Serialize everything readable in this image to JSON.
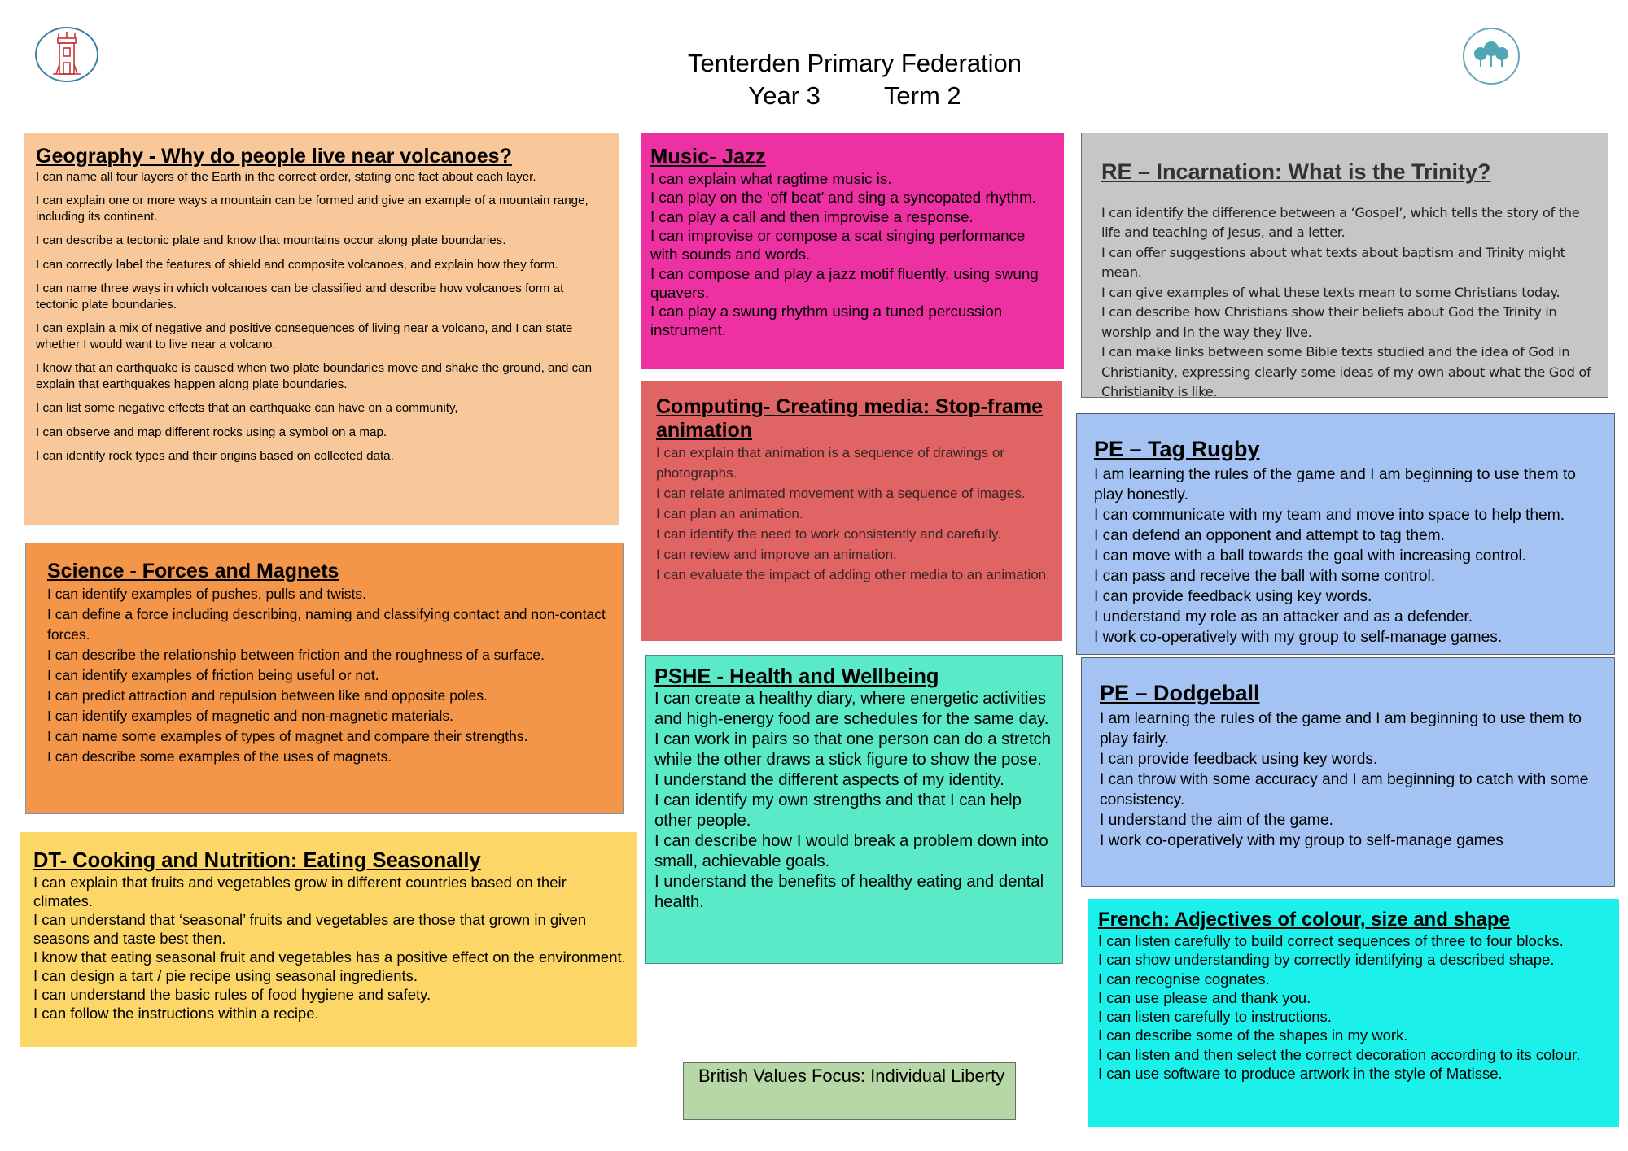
{
  "header": {
    "title": "Tenterden Primary Federation",
    "year": "Year 3",
    "term": "Term 2"
  },
  "logos": {
    "left_icon": "church-tower-icon",
    "right_icon": "trees-icon",
    "left_color": "#c9343a",
    "right_color": "#4fa6b5"
  },
  "colors": {
    "geography": "#f8c89a",
    "science": "#f4964a",
    "dt": "#fcd767",
    "music": "#ee31a2",
    "computing": "#e06464",
    "pshe": "#5beac8",
    "british_values": "#b8d7a7",
    "re": "#c6c6c6",
    "pe": "#a5c3f2",
    "french": "#1cf0ea"
  },
  "geography": {
    "title": "Geography - Why do people live near volcanoes?",
    "items": [
      "I can name all four layers of the Earth in the correct order, stating one fact about each layer.",
      "I can explain one or more ways a mountain can be formed and give an example of a mountain range, including its continent.",
      "I can describe a tectonic plate and know that mountains occur along plate boundaries.",
      "I can correctly label the features of shield and composite volcanoes, and explain how they form.",
      "I can name three ways in which volcanoes can be classified and describe how volcanoes form at tectonic plate boundaries.",
      "I can explain a mix of negative and positive consequences of living near a volcano, and I can state whether I would want to live near a volcano.",
      "I know that an earthquake is caused when two plate boundaries move and shake the ground, and can explain that earthquakes happen along plate boundaries.",
      "I can list some negative effects that an earthquake can have on a community,",
      "I can observe and map different rocks using a symbol on a map.",
      "I can identify rock types and their origins based on collected data."
    ]
  },
  "science": {
    "title": "Science - Forces and Magnets",
    "items": [
      "I can identify examples of pushes, pulls and twists.",
      "I can define a force including describing, naming and classifying contact and non-contact forces.",
      "I can describe the relationship between friction and the roughness of a surface.",
      "I can identify examples of friction being useful or not.",
      "I can predict attraction and repulsion between like and opposite poles.",
      "I can identify examples of magnetic and non-magnetic materials.",
      "I can name some examples of types of magnet and compare their strengths.",
      "I can describe some examples of the uses of magnets."
    ]
  },
  "dt": {
    "title": "DT- Cooking and Nutrition: Eating Seasonally",
    "items": [
      "I can explain that fruits and vegetables grow in different countries based on their climates.",
      "I can understand that ‘seasonal’ fruits and vegetables are those that grown in given seasons and taste best then.",
      "I know that eating seasonal fruit and vegetables has a positive effect on the environment.",
      "I can design a tart / pie recipe using seasonal ingredients.",
      "I can understand the basic rules of food hygiene and safety.",
      "I can follow the instructions within a recipe."
    ]
  },
  "music": {
    "title": "Music- Jazz",
    "items": [
      "I can explain what ragtime music is.",
      "I can play on the ‘off beat’ and sing a syncopated rhythm.",
      "I can play a call and then improvise a response.",
      "I can improvise or compose a scat singing performance with sounds and words.",
      "I can compose and play a jazz motif fluently, using swung quavers.",
      "I can play a swung rhythm using a tuned percussion instrument."
    ]
  },
  "computing": {
    "title": "Computing- Creating media: Stop-frame animation",
    "items": [
      "I can explain that animation is a sequence of drawings or photographs.",
      "I can relate animated movement with a sequence of images.",
      "I can plan an animation.",
      "I can identify the need to work consistently and carefully.",
      "I can review and improve an animation.",
      "I can evaluate the impact of adding other media to an animation."
    ]
  },
  "pshe": {
    "title": "PSHE - Health and Wellbeing",
    "items": [
      "I can create a healthy diary, where energetic activities and high-energy food are schedules for the same day.",
      "I can work in pairs so that one person can do a stretch while the other draws a stick figure to show the pose.",
      "I understand the different aspects of my identity.",
      "I can identify my own strengths and that I can help other people.",
      "I can describe how I would break a problem down into small, achievable goals.",
      "I understand the benefits of healthy eating and dental health."
    ]
  },
  "british_values": {
    "text": "British Values Focus: Individual Liberty"
  },
  "re": {
    "title": "RE – Incarnation: What is the Trinity?",
    "items": [
      "I can identify the difference between a ‘Gospel’, which tells the story of the life and teaching of Jesus, and a letter.",
      "I can offer suggestions about what texts about baptism and Trinity might mean.",
      "I can give examples of what these texts mean to some Christians today.",
      "I can describe how Christians show their beliefs about God the Trinity in worship and in the way they live.",
      "I can make links between some Bible texts studied and the idea of God in Christianity, expressing clearly some ideas of my own about what the God of Christianity is like."
    ]
  },
  "pe_tag_rugby": {
    "title": "PE – Tag Rugby",
    "items": [
      "I am learning the rules of the game and I am beginning to use them to play honestly.",
      "I can communicate with my team and move into space to help them.",
      "I can defend an opponent and attempt to tag them.",
      "I can move with a ball towards the goal with increasing control.",
      "I can pass and receive the ball with some control.",
      "I can provide feedback using key words.",
      "I understand my role as an attacker and as a defender.",
      "I work co-operatively with my group to self-manage games."
    ]
  },
  "pe_dodgeball": {
    "title": "PE – Dodgeball",
    "items": [
      "I am learning the rules of the game and I am beginning to use them to play fairly.",
      "I can provide feedback using key words.",
      "I can throw with some accuracy and I am beginning to catch with some consistency.",
      "I understand the aim of the game.",
      "I work co-operatively with my group to self-manage games"
    ]
  },
  "french": {
    "title": "French: Adjectives of colour, size and shape",
    "items": [
      "I can listen carefully to build correct sequences of three to four blocks.",
      "I can show understanding by correctly identifying a described shape.",
      "I can recognise cognates.",
      "I can use please and thank you.",
      "I can listen carefully to instructions.",
      "I can describe some of the shapes in my work.",
      "I can listen and then select the correct decoration according to its colour.",
      "I can use software to produce artwork in the style of Matisse."
    ]
  }
}
